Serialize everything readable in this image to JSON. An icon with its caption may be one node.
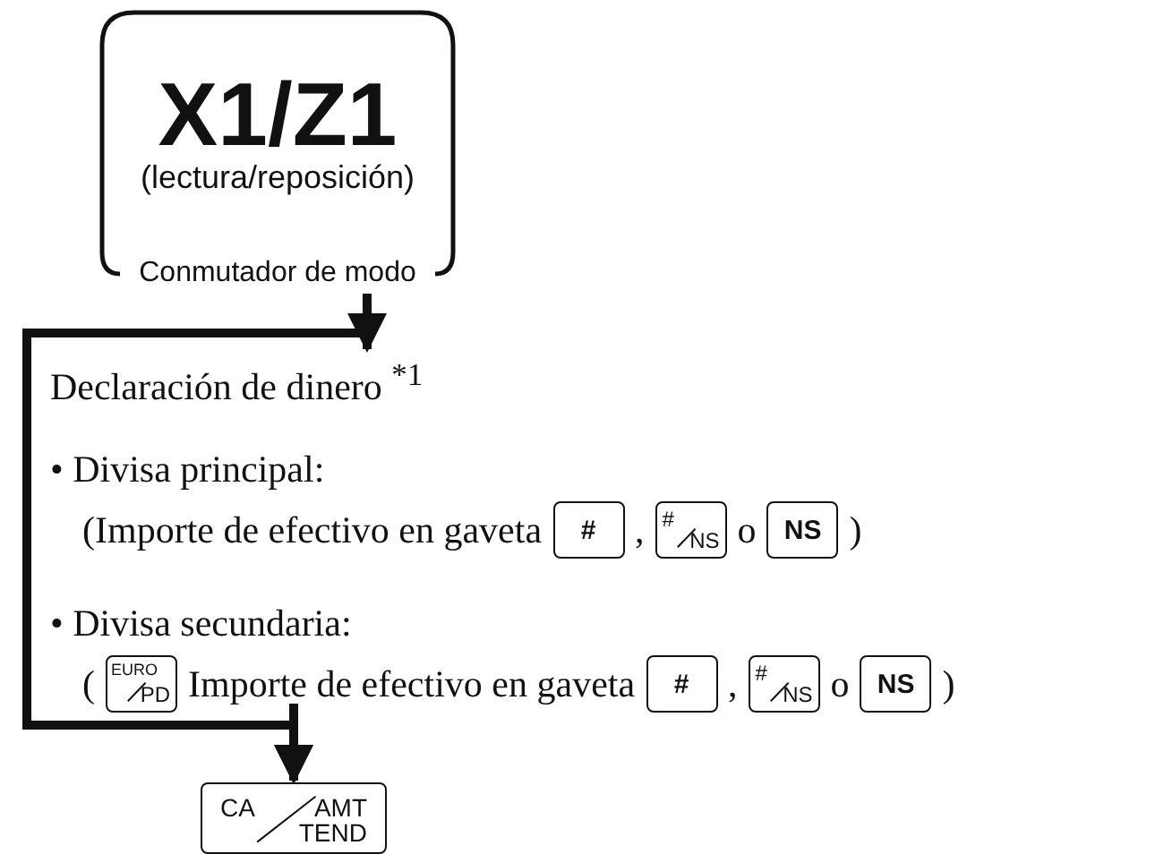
{
  "diagram": {
    "nodes": [
      {
        "text": [
          "X1/Z1",
          "(lectura/reposición)",
          "Conmutador de modo"
        ]
      },
      {
        "text": [
          "Declaración de dinero $^{*1}$",
          "• Divisa principal:",
          "(Importe de efectivo en gaveta",
          ",",
          "o",
          ")",
          "• Divisa secundaria:",
          "(",
          "Importe de efectivo en gaveta",
          ",",
          "o",
          ")"
        ]
      },
      {
        "text": [
          "#"
        ],
        "in": 1
      },
      {
        "text": [
          "#",
          "NS"
        ],
        "in": 1
      },
      {
        "text": [
          "NS"
        ],
        "in": 1
      },
      {
        "text": [
          "EURO",
          "PD"
        ],
        "in": 1
      },
      {
        "text": [
          "#"
        ],
        "in": 1
      },
      {
        "text": [
          "#",
          "NS"
        ],
        "in": 1
      },
      {
        "text": [
          "NS"
        ],
        "in": 1
      },
      {
        "text": [
          "CA",
          "AMT",
          "TEND"
        ]
      }
    ],
    "edges": [
      {
        "from": 0,
        "to": 1,
        "arrow": "to"
      },
      {
        "from": 0,
        "to": 9,
        "arrow": "to"
      },
      {
        "from": 1,
        "to": 9,
        "arrow": "to"
      }
    ]
  }
}
